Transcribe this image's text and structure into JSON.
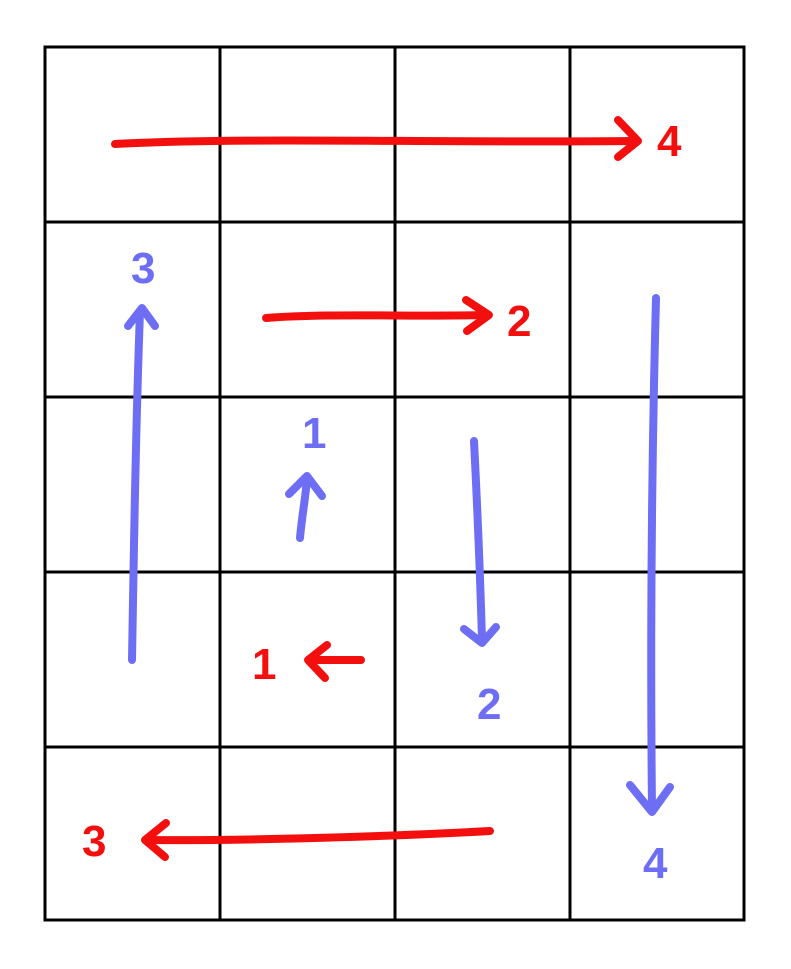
{
  "colors": {
    "red": "#f40f0f",
    "blue": "#6e6ef4",
    "grid": "#000000",
    "background": "#ffffff"
  },
  "grid": {
    "columns": 4,
    "rows": 5
  },
  "labels": {
    "red_1": "1",
    "red_2": "2",
    "red_3": "3",
    "red_4": "4",
    "blue_1": "1",
    "blue_2": "2",
    "blue_3": "3",
    "blue_4": "4"
  }
}
